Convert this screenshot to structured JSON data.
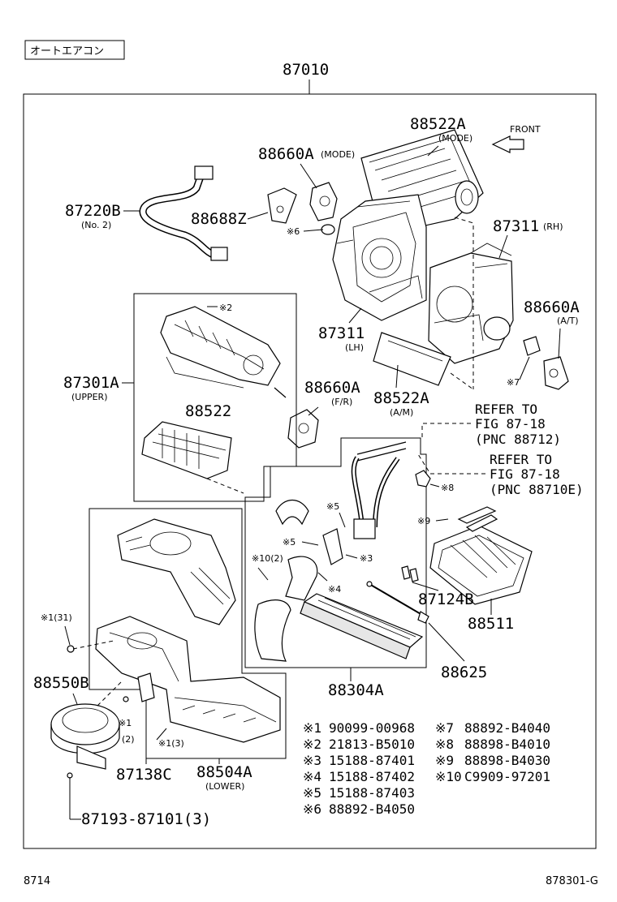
{
  "header": {
    "tag": "オートエアコン",
    "main_part": "87010"
  },
  "parts": {
    "p88522A_mode": {
      "num": "88522A",
      "sub": "(MODE)"
    },
    "p88660A_mode": {
      "num": "88660A",
      "sub": "(MODE)"
    },
    "p87220B": {
      "num": "87220B",
      "sub": "(No. 2)"
    },
    "p88688Z": {
      "num": "88688Z"
    },
    "p_note6": {
      "num": "※6"
    },
    "p87311_rh": {
      "num": "87311",
      "sub": "(RH)"
    },
    "p88660A_at": {
      "num": "88660A",
      "sub": "(A/T)"
    },
    "p87311_lh": {
      "num": "87311",
      "sub": "(LH)"
    },
    "p_note7": {
      "num": "※7"
    },
    "p_note2": {
      "num": "※2"
    },
    "p87301A": {
      "num": "87301A",
      "sub": "(UPPER)"
    },
    "p88660A_fr": {
      "num": "88660A",
      "sub": "(F/R)"
    },
    "p88522A_am": {
      "num": "88522A",
      "sub": "(A/M)"
    },
    "p88522": {
      "num": "88522"
    },
    "p_note8": {
      "num": "※8"
    },
    "p_note5a": {
      "num": "※5"
    },
    "p_note9": {
      "num": "※9"
    },
    "p_note5b": {
      "num": "※5"
    },
    "p_note3": {
      "num": "※3"
    },
    "p_note10": {
      "num": "※10(2)"
    },
    "p_note4": {
      "num": "※4"
    },
    "p87124B": {
      "num": "87124B"
    },
    "p88511": {
      "num": "88511"
    },
    "p_note1_31": {
      "num": "※1(31)"
    },
    "p88625": {
      "num": "88625"
    },
    "p88550B": {
      "num": "88550B"
    },
    "p88304A": {
      "num": "88304A"
    },
    "p_note1_2": {
      "num": "※1",
      "sub": "(2)"
    },
    "p_note1_3": {
      "num": "※1(3)"
    },
    "p87138C": {
      "num": "87138C"
    },
    "p88504A": {
      "num": "88504A",
      "sub": "(LOWER)"
    },
    "p87193": {
      "num": "87193-87101(3)"
    }
  },
  "front_label": "FRONT",
  "refs": [
    {
      "line1": "REFER TO",
      "line2": "FIG 87-18",
      "line3": "(PNC 88712)"
    },
    {
      "line1": "REFER TO",
      "line2": "FIG 87-18",
      "line3": "(PNC 88710E)"
    }
  ],
  "legend_left": [
    {
      "mark": "※1",
      "code": "90099-00968"
    },
    {
      "mark": "※2",
      "code": "21813-B5010"
    },
    {
      "mark": "※3",
      "code": "15188-87401"
    },
    {
      "mark": "※4",
      "code": "15188-87402"
    },
    {
      "mark": "※5",
      "code": "15188-87403"
    },
    {
      "mark": "※6",
      "code": "88892-B4050"
    }
  ],
  "legend_right": [
    {
      "mark": "※7",
      "code": "88892-B4040"
    },
    {
      "mark": "※8",
      "code": "88898-B4010"
    },
    {
      "mark": "※9",
      "code": "88898-B4030"
    },
    {
      "mark": "※10",
      "code": "C9909-97201"
    }
  ],
  "footer": {
    "left": "8714",
    "right": "878301-G"
  }
}
